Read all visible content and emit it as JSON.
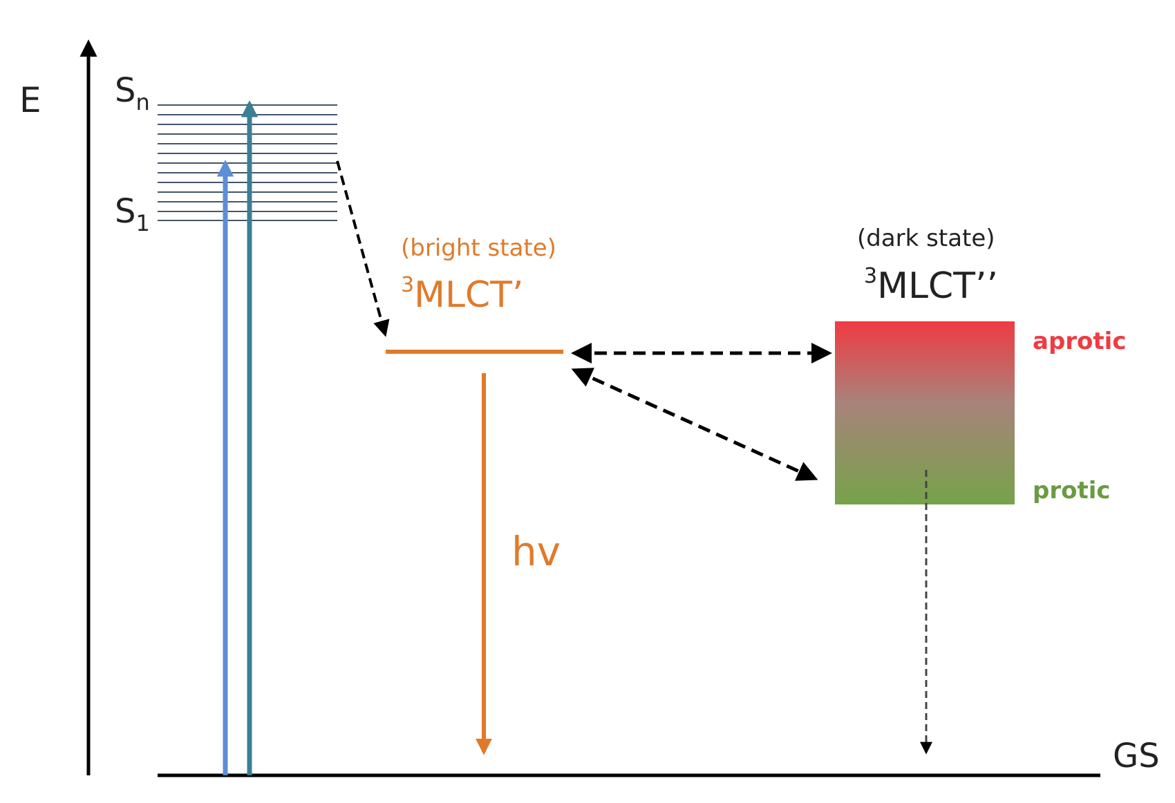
{
  "axis": {
    "label": "E"
  },
  "singlet_manifold": {
    "top_label": {
      "base": "S",
      "sub": "n"
    },
    "bottom_label": {
      "base": "S",
      "sub": "1"
    }
  },
  "bright_state": {
    "caption": "(bright state)",
    "label": {
      "sup": "3",
      "text": "MLCT’"
    },
    "emission_label": "hv"
  },
  "dark_state": {
    "caption": "(dark state)",
    "label": {
      "sup": "3",
      "text": "MLCT’’"
    },
    "top_label": "aprotic",
    "bottom_label": "protic"
  },
  "ground_state": {
    "label": "GS"
  },
  "colors": {
    "axis": "#000000",
    "manifold_lines": "#44546a",
    "excitation_1": "#5b8fd6",
    "excitation_2": "#3a7f93",
    "bright_state": "#e07a2a",
    "aprotic": "#ef3b42",
    "protic": "#76a34a",
    "arrows": "#000000"
  }
}
